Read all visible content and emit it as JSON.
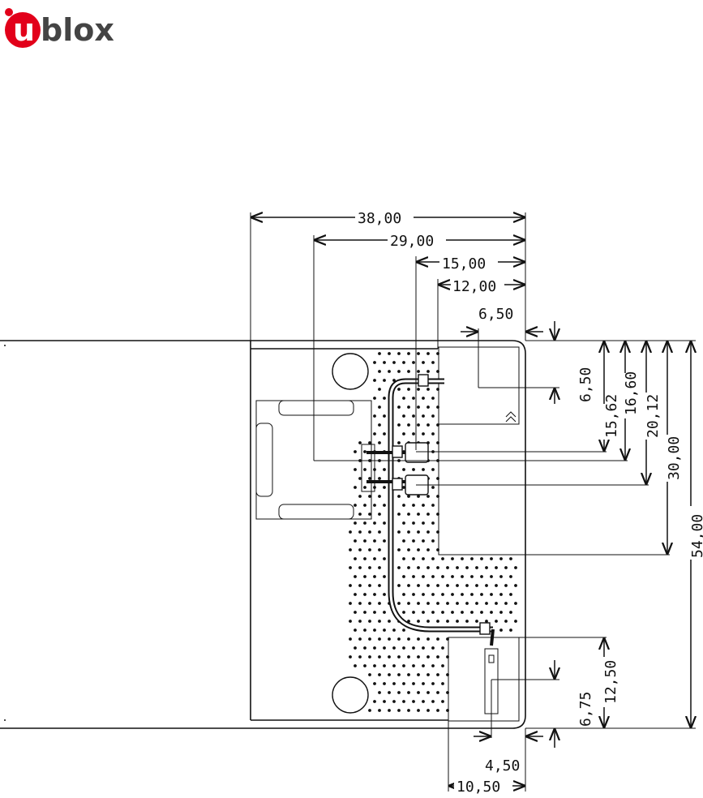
{
  "logo": {
    "prefix": "u",
    "name": "blox",
    "brand_color": "#e2001a"
  },
  "dimensions": {
    "width_38": "38,00",
    "width_29": "29,00",
    "width_15": "15,00",
    "width_12": "12,00",
    "width_6_50": "6,50",
    "height_6_50": "6,50",
    "height_15_62": "15,62",
    "height_16_60": "16,60",
    "height_20_12": "20,12",
    "height_30": "30,00",
    "height_54": "54,00",
    "height_12_50": "12,50",
    "height_6_75": "6,75",
    "width_4_50": "4,50",
    "width_10_50": "10,50"
  }
}
